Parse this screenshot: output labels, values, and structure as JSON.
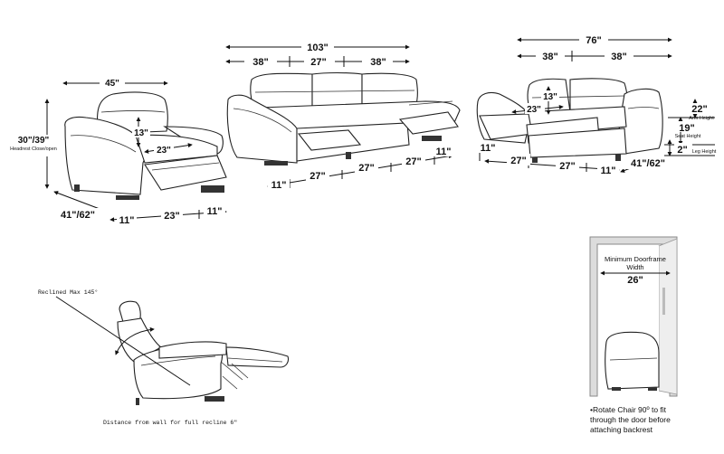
{
  "chair": {
    "width": "45\"",
    "height": "30\"/39\"",
    "height_note": "Headrest Close/open",
    "back": "13\"",
    "seat": "23\"",
    "depth": "41\"/62\"",
    "bottom_left": "11\"",
    "bottom_mid": "23\"",
    "bottom_right": "11\""
  },
  "sofa": {
    "total": "103\"",
    "top_left": "38\"",
    "top_mid": "27\"",
    "top_right": "38\"",
    "b1": "11\"",
    "b2": "27\"",
    "b3": "27\"",
    "b4": "27\"",
    "b5": "11\""
  },
  "loveseat": {
    "total": "76\"",
    "top_left": "38\"",
    "top_right": "38\"",
    "back": "13\"",
    "seat": "23\"",
    "left_arm": "11\"",
    "b1": "27\"",
    "b2": "27\"",
    "b3": "11\"",
    "depth": "41\"/62\""
  },
  "heights": {
    "arm": "22\"",
    "arm_label": "Arm Height",
    "seat": "19\"",
    "seat_label": "Seat Height",
    "leg": "2\"",
    "leg_label": "Leg Height"
  },
  "recline": {
    "label": "Reclined Max 145°",
    "caption": "Distance from wall for full recline 6\""
  },
  "doorframe": {
    "title_line1": "Minimum Doorframe",
    "title_line2": "Width",
    "width": "26\"",
    "note_line1": "•Rotate Chair 90º to fit",
    "note_line2": "through the door before",
    "note_line3": "attaching backrest"
  }
}
